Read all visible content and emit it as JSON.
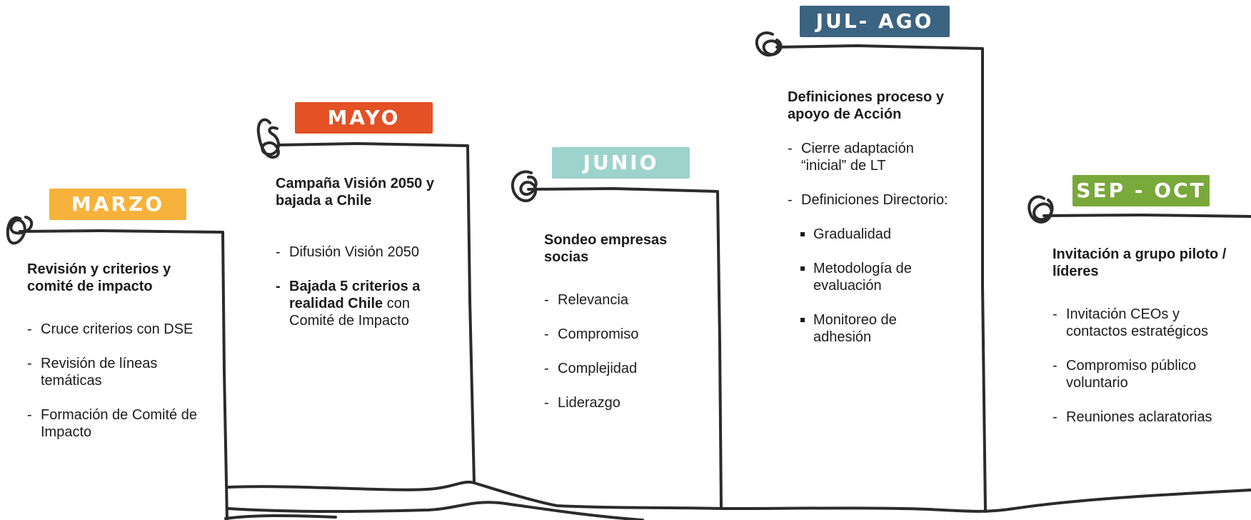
{
  "colors": {
    "marzo": "#f6b23a",
    "mayo": "#e35125",
    "junio": "#9dd3cd",
    "julago": "#3b6382",
    "sepoct": "#79a83b",
    "stroke": "#2b2b2b"
  },
  "icons": {
    "knot": "scribble-knot-icon"
  },
  "timeline": [
    {
      "tag": "MARZO",
      "heading": "Revisión y criterios y comité de impacto",
      "items": [
        {
          "text": "Cruce criterios con DSE"
        },
        {
          "text": "Revisión de líneas temáticas"
        },
        {
          "text": "Formación de Comité de Impacto"
        }
      ]
    },
    {
      "tag": "MAYO",
      "heading": "Campaña Visión 2050 y bajada a Chile",
      "items": [
        {
          "text": "Difusión Visión 2050"
        },
        {
          "bold": "Bajada 5 criterios a realidad Chile",
          "rest": " con Comité de Impacto"
        }
      ]
    },
    {
      "tag": "JUNIO",
      "heading": "Sondeo empresas socias",
      "items": [
        {
          "text": "Relevancia"
        },
        {
          "text": "Compromiso"
        },
        {
          "text": "Complejidad"
        },
        {
          "text": "Liderazgo"
        }
      ]
    },
    {
      "tag": "JUL- AGO",
      "heading": "Definiciones proceso y apoyo de Acción",
      "items": [
        {
          "text": "Cierre adaptación “inicial” de LT"
        },
        {
          "text": "Definiciones Directorio:"
        }
      ],
      "subitems": [
        {
          "text": "Gradualidad"
        },
        {
          "text": "Metodología de evaluación"
        },
        {
          "text": "Monitoreo de adhesión"
        }
      ]
    },
    {
      "tag": "SEP - OCT",
      "heading": "Invitación a grupo piloto / líderes",
      "items": [
        {
          "text": "Invitación CEOs y contactos estratégicos"
        },
        {
          "text": "Compromiso público voluntario"
        },
        {
          "text": "Reuniones aclaratorias"
        }
      ]
    }
  ]
}
